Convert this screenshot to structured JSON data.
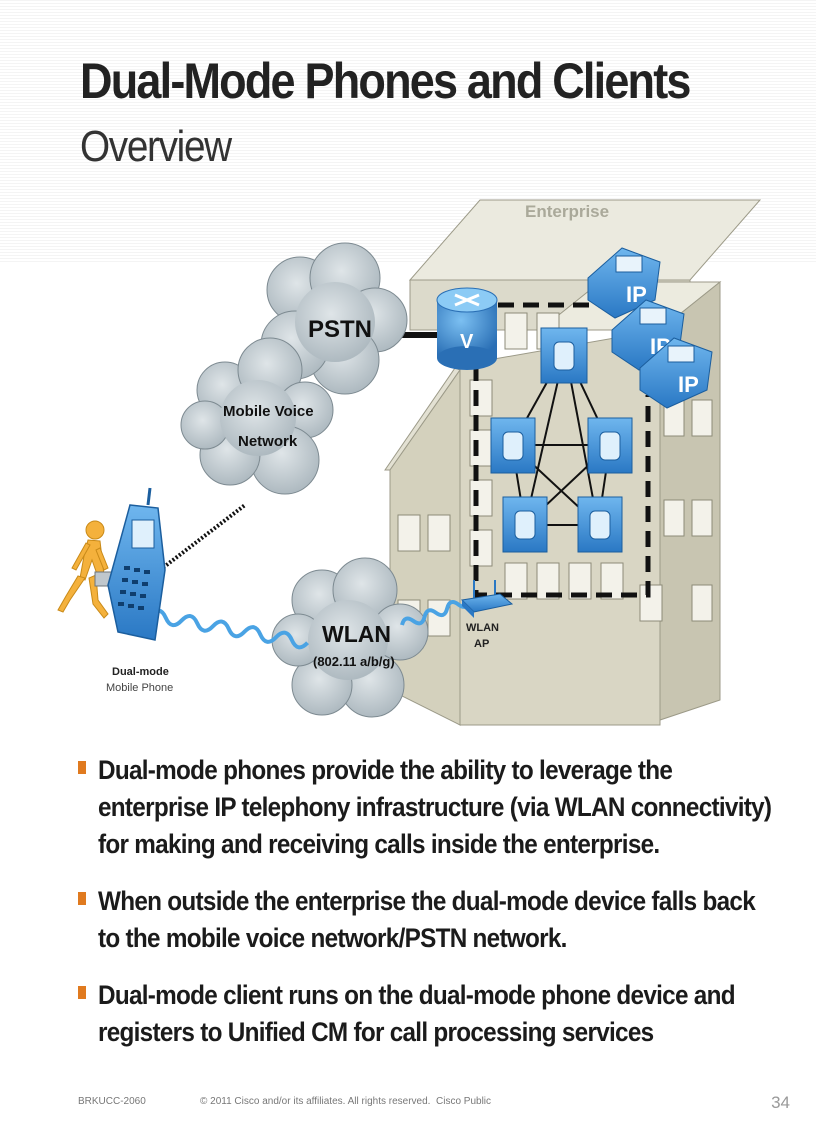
{
  "slide": {
    "title": "Dual-Mode Phones and Clients",
    "subtitle": "Overview"
  },
  "diagram": {
    "enterprise_label": "Enterprise",
    "pstn_label": "PSTN",
    "mobile_voice_label_line1": "Mobile Voice",
    "mobile_voice_label_line2": "Network",
    "wlan_label": "WLAN",
    "wlan_sub_label": "(802.11 a/b/g)",
    "wlan_ap_line1": "WLAN",
    "wlan_ap_line2": "AP",
    "phone_label_line1": "Dual-mode",
    "phone_label_line2": "Mobile Phone",
    "ip_phone_badge": "IP",
    "router_badge": "V"
  },
  "bullets": [
    "Dual-mode phones provide the ability to leverage the enterprise IP telephony infrastructure (via WLAN connectivity) for making and receiving calls inside the enterprise.",
    "When outside the enterprise the dual-mode device falls back to the mobile voice network/PSTN network.",
    "Dual-mode client runs on the dual-mode phone device and registers to Unified CM for call processing services"
  ],
  "footer": {
    "session_id": "BRKUCC-2060",
    "copyright": "© 2011 Cisco and/or its affiliates. All rights reserved.",
    "classification": "Cisco Public",
    "page_number": "34"
  },
  "colors": {
    "accent_bullet": "#e07a1f",
    "device_blue": "#3d8fd6",
    "cloud_gray": "#c3ccd1",
    "building_beige": "#d9d6c4"
  }
}
